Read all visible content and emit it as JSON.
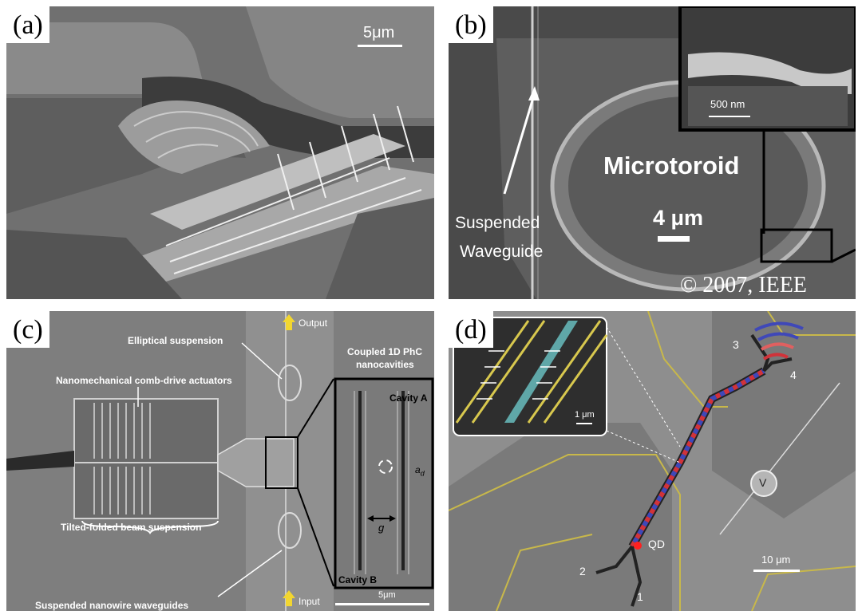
{
  "panels": {
    "a": {
      "label": "(a)",
      "scale_bar": "5μm"
    },
    "b": {
      "label": "(b)",
      "title": "Microtoroid",
      "scale_bar": "4 μm",
      "inset_scale": "500 nm",
      "waveguide_label_1": "Suspended",
      "waveguide_label_2": "Waveguide",
      "copyright": "© 2007, IEEE"
    },
    "c": {
      "label": "(c)",
      "output": "Output",
      "input": "Input",
      "elliptical": "Elliptical suspension",
      "comb": "Nanomechanical comb-drive actuators",
      "tilted": "Tilted-folded beam suspension",
      "nanowire": "Suspended nanowire waveguides",
      "coupled_1": "Coupled 1D PhC",
      "coupled_2": "nanocavities",
      "cavity_a": "Cavity A",
      "cavity_b": "Cavity B",
      "g": "g",
      "ad": "a",
      "ad_sub": "d",
      "scale": "5μm"
    },
    "d": {
      "label": "(d)",
      "qd": "QD",
      "v": "V",
      "scale": "10 μm",
      "inset_scale": "1 μm",
      "port1": "1",
      "port2": "2",
      "port3": "3",
      "port4": "4"
    }
  }
}
